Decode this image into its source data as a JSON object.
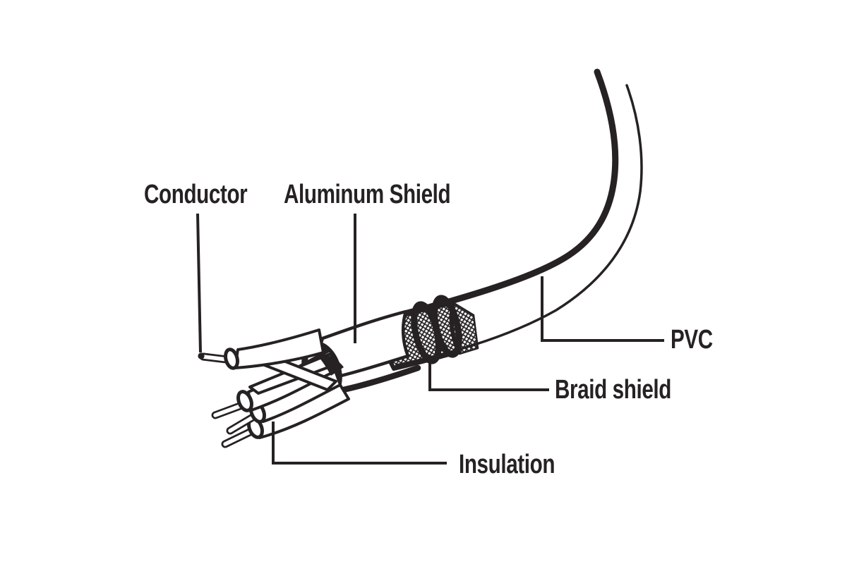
{
  "diagram": {
    "type": "cable-anatomy-cutaway",
    "background_color": "#ffffff",
    "ink_color": "#262223",
    "labels": {
      "conductor": "Conductor",
      "aluminum_shield": "Aluminum Shield",
      "pvc": "PVC",
      "braid_shield": "Braid shield",
      "insulation": "Insulation"
    },
    "parts": [
      {
        "name": "Conductor",
        "depicted_as": "bare wire tips with leader dot"
      },
      {
        "name": "Aluminum Shield",
        "depicted_as": "white foil cylinder"
      },
      {
        "name": "PVC",
        "depicted_as": "outer jacket curved tube"
      },
      {
        "name": "Braid shield",
        "depicted_as": "crosshatched mesh cylinder"
      },
      {
        "name": "Insulation",
        "depicted_as": "white tubes around each wire"
      }
    ]
  }
}
